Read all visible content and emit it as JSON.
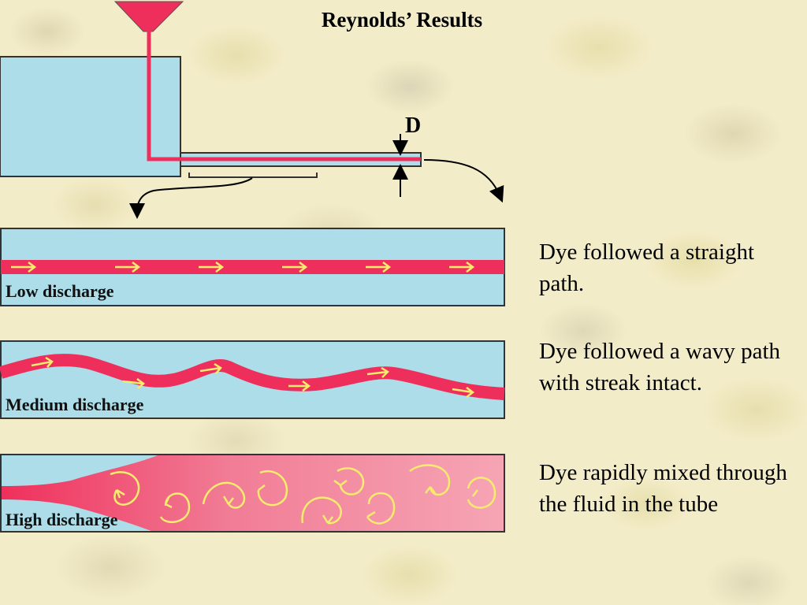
{
  "title": "Reynolds’ Results",
  "apparatus": {
    "diameter_label": "D"
  },
  "tubes": [
    {
      "label": "Low discharge",
      "description": "Dye followed a straight path."
    },
    {
      "label": "Medium discharge",
      "description": "Dye followed a wavy path with streak intact."
    },
    {
      "label": "High discharge",
      "description": "Dye rapidly mixed through the fluid in the tube"
    }
  ],
  "colors": {
    "water": "#acdde9",
    "dye": "#ef2f5b",
    "mixed_dye": "#f6a5b5",
    "flow_arrows": "#f7ec6e"
  }
}
